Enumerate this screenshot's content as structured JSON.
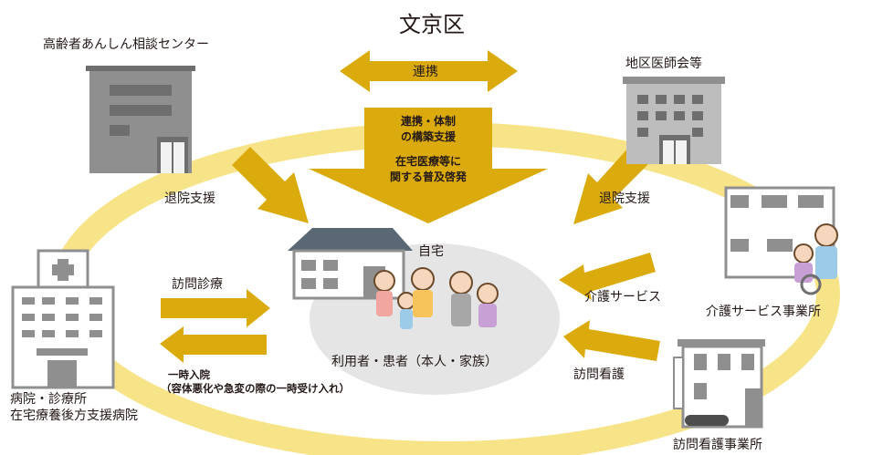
{
  "title": "文京区",
  "center": {
    "home_label": "自宅",
    "patients_label": "利用者・患者（本人・家族）"
  },
  "top_arrow": {
    "label": "連携"
  },
  "support_arrow": {
    "line1": "連携・体制",
    "line2": "の構築支援",
    "line3": "在宅医療等に",
    "line4": "関する普及啓発"
  },
  "nodes": {
    "senior_center": "高齢者あんしん相談センター",
    "medical_association": "地区医師会等",
    "hospital_line1": "病院・診療所",
    "hospital_line2": "在宅療養後方支援病院",
    "care_office": "介護サービス事業所",
    "nursing_office": "訪問看護事業所"
  },
  "flows": {
    "discharge_left": "退院支援",
    "discharge_right": "退院支援",
    "home_visit_medical": "訪問診療",
    "temp_admission_line1": "一時入院",
    "temp_admission_line2": "（容体悪化や急変の際の一時受け入れ）",
    "care_service": "介護サービス",
    "home_nursing": "訪問看護"
  },
  "colors": {
    "ring": "#f7e488",
    "arrow": "#dbab0d",
    "center_ellipse": "#e5e5e5",
    "building_gray": "#8f8f8f",
    "building_dark": "#6e6e6e",
    "building_light": "#f2f2f2",
    "roof": "#5a6774"
  }
}
